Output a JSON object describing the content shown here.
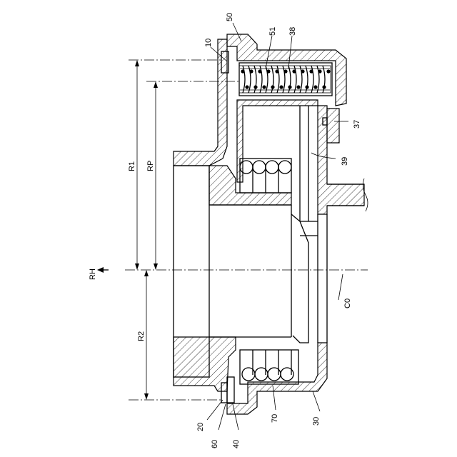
{
  "labels": {
    "l50": "50",
    "l51": "51",
    "l38": "38",
    "l10": "10",
    "l37": "37",
    "l39": "39",
    "lR1": "R1",
    "lRP": "RP",
    "lRH": "RH",
    "lC0": "C0",
    "lR2": "R2",
    "l20": "20",
    "l60": "60",
    "l40": "40",
    "l70": "70",
    "l30": "30"
  }
}
